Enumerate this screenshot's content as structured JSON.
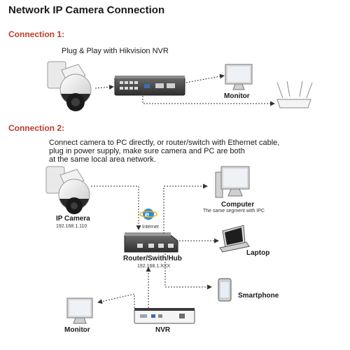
{
  "title": "Network IP Camera Connection",
  "connection1": {
    "heading": "Connection 1:",
    "description": "Plug & Play with Hikvision NVR",
    "monitor_label": "Monitor"
  },
  "connection2": {
    "heading": "Connection 2:",
    "description_lines": [
      "Connect camera to PC directly, or router/switch with Ethernet cable,",
      "plug in power supply, make sure camera and PC are both",
      "at the same local area network."
    ],
    "camera_label": "IP Camera",
    "camera_ip": "192.168.1.110",
    "internet_label": "Internet",
    "router_label": "Router/Swith/Hub",
    "router_ip": "192.168.1.XXX",
    "computer_label": "Computer",
    "computer_note": "The same segment with IPC",
    "laptop_label": "Laptop",
    "smartphone_label": "Smartphone",
    "monitor_label": "Monitor",
    "nvr_label": "NVR"
  },
  "colors": {
    "accent": "#c0392b",
    "line": "#333333"
  }
}
